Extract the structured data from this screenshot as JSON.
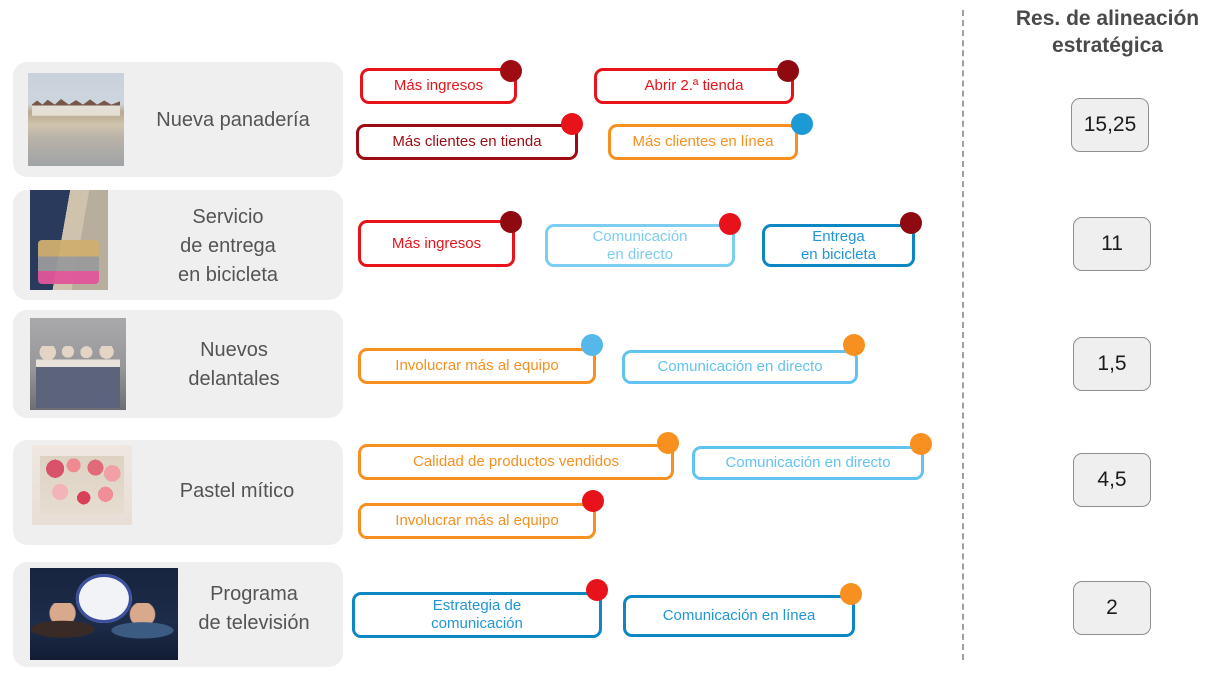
{
  "header": {
    "score_column_title_line1": "Res. de alineación",
    "score_column_title_line2": "estratégica"
  },
  "colors": {
    "red": "#e8131a",
    "dark_red": "#9e0b12",
    "orange": "#f7901e",
    "light_blue": "#5bc0f0",
    "blue": "#0d86c4",
    "card_bg": "#efefef",
    "label_text": "#545454",
    "divider": "#9aa0a6"
  },
  "rows": [
    {
      "name": "Nueva panadería",
      "label_lines": [
        "Nueva panadería"
      ],
      "thumb": "beach-photo",
      "score": "15,25",
      "pills": [
        {
          "lines": [
            "Más ingresos"
          ],
          "border_color": "#e8131a",
          "text_color": "#e8131a",
          "dot_color": "#9e0b12"
        },
        {
          "lines": [
            "Abrir 2.ª tienda"
          ],
          "border_color": "#e8131a",
          "text_color": "#e8131a",
          "dot_color": "#8e0a10"
        },
        {
          "lines": [
            "Más clientes en tienda"
          ],
          "border_color": "#9e0b12",
          "text_color": "#9e0b12",
          "dot_color": "#e8131a"
        },
        {
          "lines": [
            "Más clientes en línea"
          ],
          "border_color": "#f7901e",
          "text_color": "#f7901e",
          "dot_color": "#1b9ad6"
        }
      ]
    },
    {
      "name": "Servicio de entrega en bicicleta",
      "label_lines": [
        "Servicio",
        "de entrega",
        "en bicicleta"
      ],
      "thumb": "bike-delivery-photo",
      "score": "11",
      "pills": [
        {
          "lines": [
            "Más ingresos"
          ],
          "border_color": "#e8131a",
          "text_color": "#e8131a",
          "dot_color": "#8e0a10"
        },
        {
          "lines": [
            "Comunicación",
            "en directo"
          ],
          "border_color": "#7ccdf2",
          "text_color": "#7ccdf2",
          "dot_color": "#e8131a"
        },
        {
          "lines": [
            "Entrega",
            "en bicicleta"
          ],
          "border_color": "#0d86c4",
          "text_color": "#2196d6",
          "dot_color": "#8e0a10"
        }
      ]
    },
    {
      "name": "Nuevos delantales",
      "label_lines": [
        "Nuevos",
        "delantales"
      ],
      "thumb": "team-aprons-photo",
      "score": "1,5",
      "pills": [
        {
          "lines": [
            "Involucrar más al equipo"
          ],
          "border_color": "#f7901e",
          "text_color": "#f7901e",
          "dot_color": "#55b8e8"
        },
        {
          "lines": [
            "Comunicación en directo"
          ],
          "border_color": "#62c3f0",
          "text_color": "#62c3f0",
          "dot_color": "#f7901e"
        }
      ]
    },
    {
      "name": "Pastel mítico",
      "label_lines": [
        "Pastel mítico"
      ],
      "thumb": "cake-30-photo",
      "score": "4,5",
      "pills": [
        {
          "lines": [
            "Calidad de productos vendidos"
          ],
          "border_color": "#f7901e",
          "text_color": "#f7901e",
          "dot_color": "#f7901e"
        },
        {
          "lines": [
            "Comunicación en directo"
          ],
          "border_color": "#62c3f0",
          "text_color": "#62c3f0",
          "dot_color": "#f7901e"
        },
        {
          "lines": [
            "Involucrar más al equipo"
          ],
          "border_color": "#f7901e",
          "text_color": "#f7901e",
          "dot_color": "#e8131a"
        }
      ]
    },
    {
      "name": "Programa de televisión",
      "label_lines": [
        "Programa",
        "de televisión"
      ],
      "thumb": "tv-show-photo",
      "score": "2",
      "pills": [
        {
          "lines": [
            "Estrategia de",
            "comunicación"
          ],
          "border_color": "#0d86c4",
          "text_color": "#2196d6",
          "dot_color": "#e8131a"
        },
        {
          "lines": [
            "Comunicación en línea"
          ],
          "border_color": "#0d86c4",
          "text_color": "#2196d6",
          "dot_color": "#f7901e"
        }
      ]
    }
  ]
}
